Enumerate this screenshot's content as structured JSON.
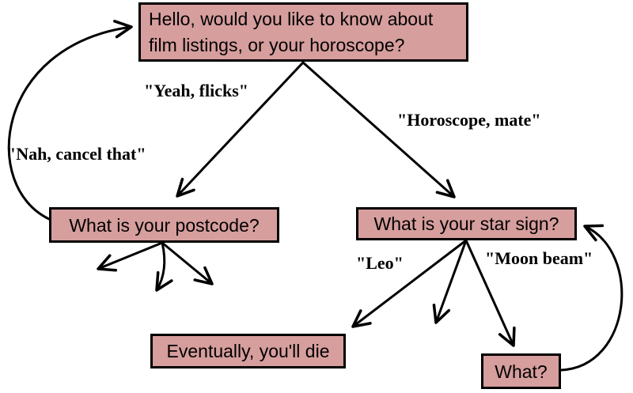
{
  "diagram": {
    "nodes": {
      "greeting": {
        "lines": [
          "Hello, would you like to know about",
          "film listings, or your horoscope?"
        ]
      },
      "postcode": {
        "label": "What is your postcode?"
      },
      "star_sign": {
        "label": "What is your star sign?"
      },
      "eventually": {
        "label": "Eventually, you'll die"
      },
      "what": {
        "label": "What?"
      }
    },
    "edge_labels": {
      "yeah_flicks": "\"Yeah, flicks\"",
      "horoscope_mate": "\"Horoscope, mate\"",
      "nah_cancel_that": "\"Nah, cancel that\"",
      "leo": "\"Leo\"",
      "moon_beam": "\"Moon beam\""
    },
    "colors": {
      "node_fill": "#d69e9d",
      "node_border": "#000000",
      "edge": "#000000",
      "background": "#ffffff"
    }
  }
}
